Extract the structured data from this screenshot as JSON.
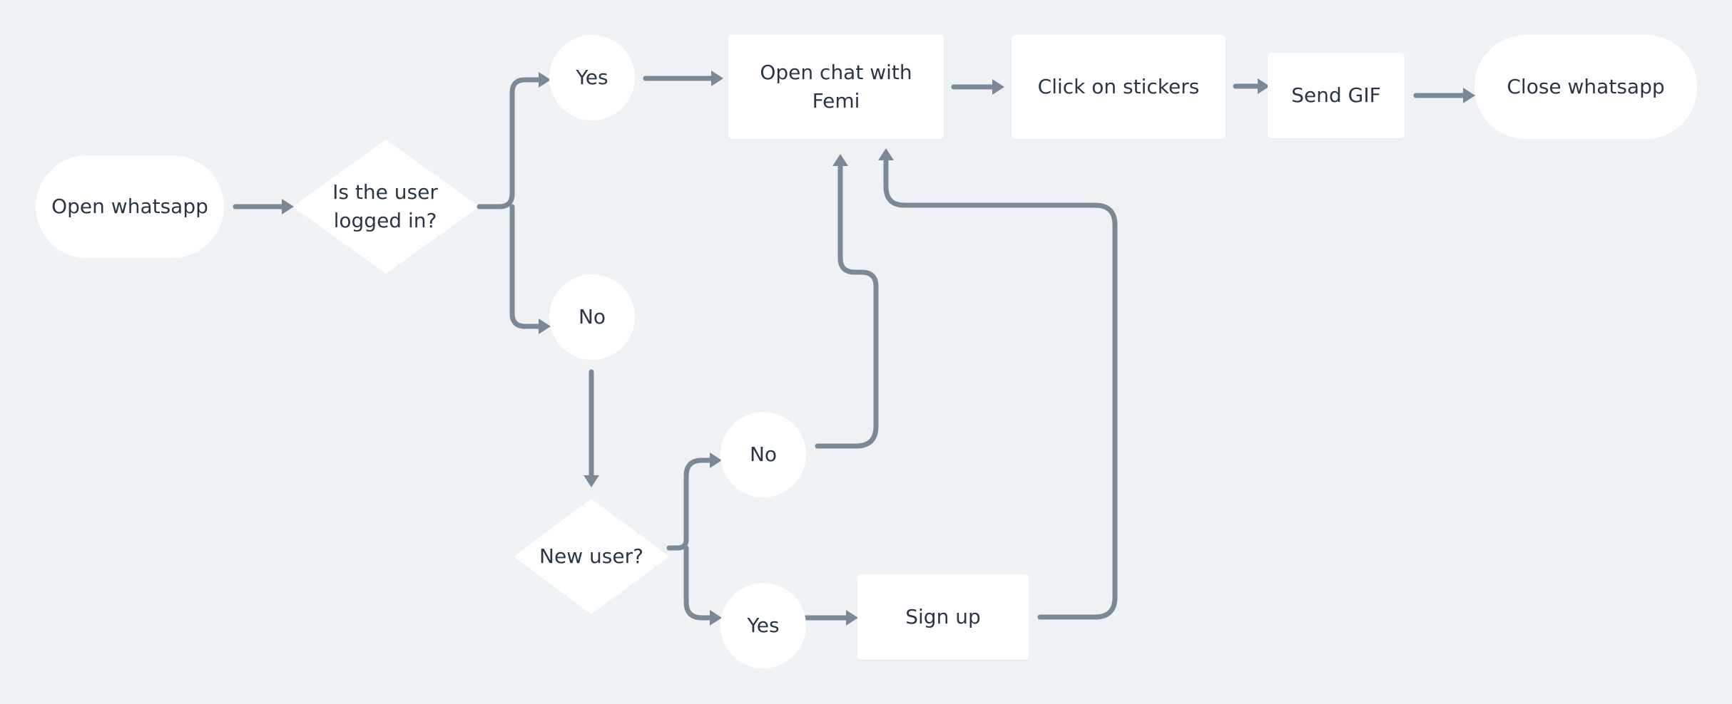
{
  "diagram": {
    "nodes": {
      "open_whatsapp": "Open whatsapp",
      "logged_in_question": "Is the user logged in?",
      "yes_logged": "Yes",
      "no_logged": "No",
      "new_user_question": "New user?",
      "no_new": "No",
      "yes_new": "Yes",
      "sign_up": "Sign up",
      "open_chat": "Open chat with Femi",
      "click_stickers": "Click on stickers",
      "send_gif": "Send GIF",
      "close_whatsapp": "Close whatsapp"
    },
    "colors": {
      "background": "#eff2f5",
      "node_fill": "#ffffff",
      "connector": "#7b8896",
      "text": "#2a3645"
    }
  }
}
